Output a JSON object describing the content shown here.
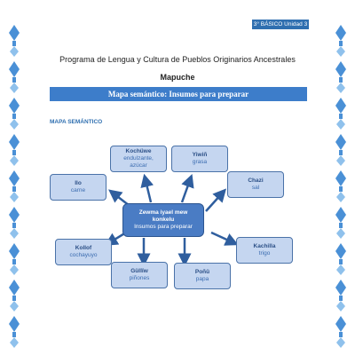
{
  "header": {
    "unit_badge": "3° BÁSICO Unidad 3",
    "program_title": "Programa de Lengua y Cultura de Pueblos Originarios Ancestrales",
    "language": "Mapuche"
  },
  "section": {
    "banner": "Mapa semántico: Insumos para preparar",
    "label": "MAPA SEMÁNTICO"
  },
  "map": {
    "center": {
      "line1": "Zewma iyael mew",
      "line2": "konkelu",
      "line3": "Insumos para preparar"
    },
    "nodes": {
      "kochuwe": {
        "word": "Kochüwe",
        "trans1": "endulzante,",
        "trans2": "azúcar"
      },
      "yiwin": {
        "word": "Yiwiñ",
        "trans1": "grasa"
      },
      "ilo": {
        "word": "Ilo",
        "trans1": "carne"
      },
      "chazi": {
        "word": "Chazi",
        "trans1": "sal"
      },
      "kollof": {
        "word": "Kollof",
        "trans1": "cochayuyo"
      },
      "kachilla": {
        "word": "Kachilla",
        "trans1": "trigo"
      },
      "gulliw": {
        "word": "Güllïw",
        "trans1": "piñones"
      },
      "ponu": {
        "word": "Poñü",
        "trans1": "papa"
      }
    }
  },
  "colors": {
    "accent": "#3d7dca",
    "node_fill": "#c5d6f0",
    "center_fill": "#4a7cc4",
    "border_pattern": "#4a90d6"
  }
}
